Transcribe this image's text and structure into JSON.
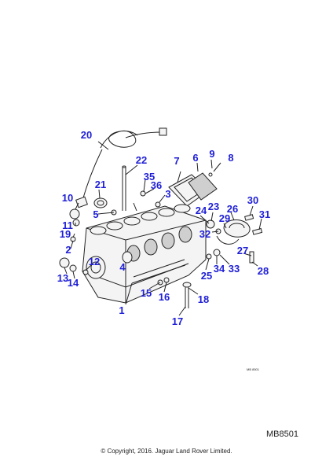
{
  "diagram": {
    "callouts": [
      "1",
      "2",
      "3",
      "4",
      "5",
      "6",
      "7",
      "8",
      "9",
      "10",
      "11",
      "12",
      "13",
      "14",
      "15",
      "16",
      "17",
      "18",
      "19",
      "20",
      "21",
      "22",
      "23",
      "24",
      "25",
      "26",
      "27",
      "28",
      "29",
      "30",
      "31",
      "32",
      "33",
      "34",
      "35",
      "36"
    ],
    "small_ref": "MB 8501"
  },
  "footer": {
    "reference_code": "MB8501",
    "copyright": "© Copyright, 2016. Jaguar Land Rover Limited."
  },
  "colors": {
    "callout": "#1f1fd6",
    "line": "#222222"
  }
}
